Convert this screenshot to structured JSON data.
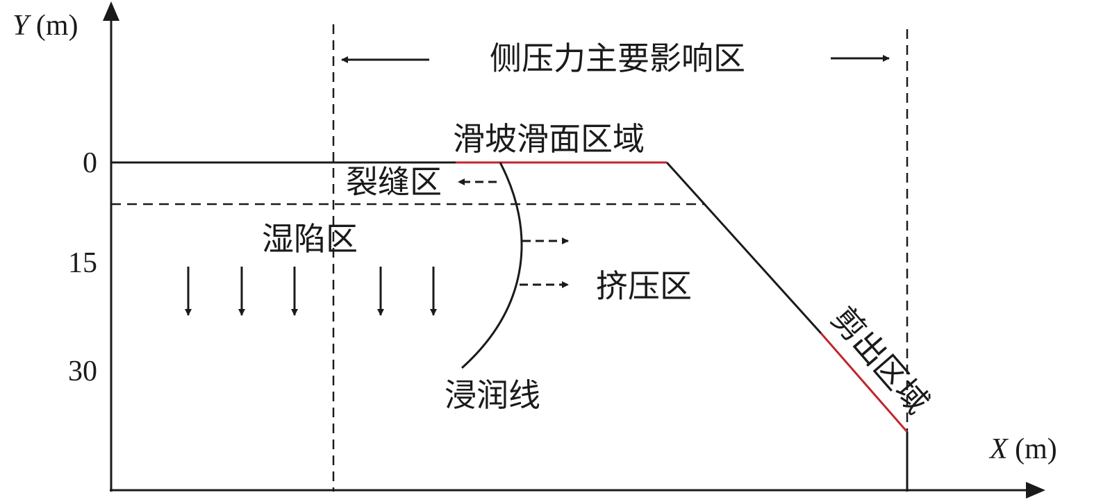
{
  "labels": {
    "y_axis_var": "Y",
    "y_axis_unit": " (m)",
    "x_axis_var": "X",
    "x_axis_unit": " (m)",
    "lateral_zone": "侧压力主要影响区",
    "slide_surface_zone": "滑坡滑面区域",
    "crack_zone": "裂缝区",
    "collapse_zone": "湿陷区",
    "squeeze_zone": "挤压区",
    "phreatic_line": "浸润线",
    "shear_zone": "剪出区域"
  },
  "y_ticks": [
    "0",
    "15",
    "30"
  ],
  "colors": {
    "line": "#1a1a1a",
    "highlight": "#c0262d"
  }
}
